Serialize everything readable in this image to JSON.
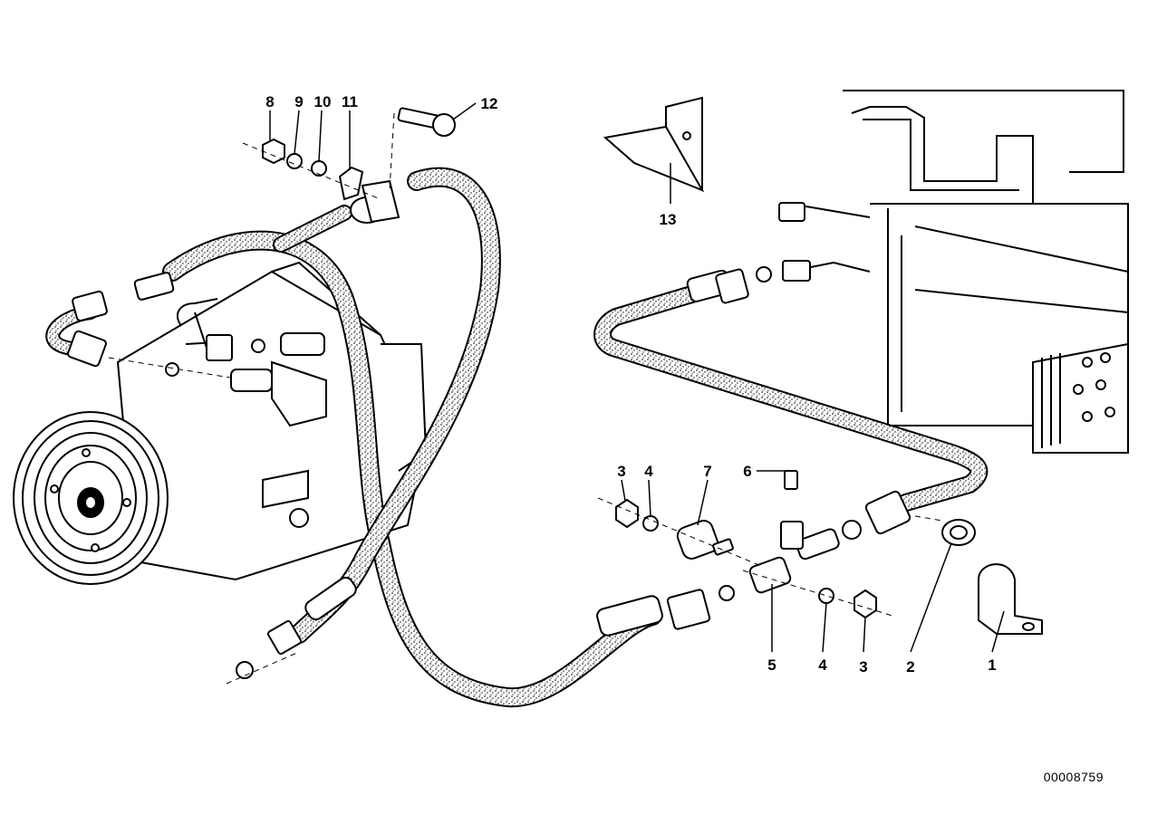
{
  "diagram": {
    "reference_number": "00008759",
    "callouts": [
      {
        "id": "c8",
        "label": "8"
      },
      {
        "id": "c9",
        "label": "9"
      },
      {
        "id": "c10",
        "label": "10"
      },
      {
        "id": "c11",
        "label": "11"
      },
      {
        "id": "c12",
        "label": "12"
      },
      {
        "id": "c13",
        "label": "13"
      },
      {
        "id": "c3a",
        "label": "3"
      },
      {
        "id": "c4a",
        "label": "4"
      },
      {
        "id": "c7",
        "label": "7"
      },
      {
        "id": "c6",
        "label": "6"
      },
      {
        "id": "c5",
        "label": "5"
      },
      {
        "id": "c4b",
        "label": "4"
      },
      {
        "id": "c3b",
        "label": "3"
      },
      {
        "id": "c2",
        "label": "2"
      },
      {
        "id": "c1",
        "label": "1"
      }
    ]
  }
}
